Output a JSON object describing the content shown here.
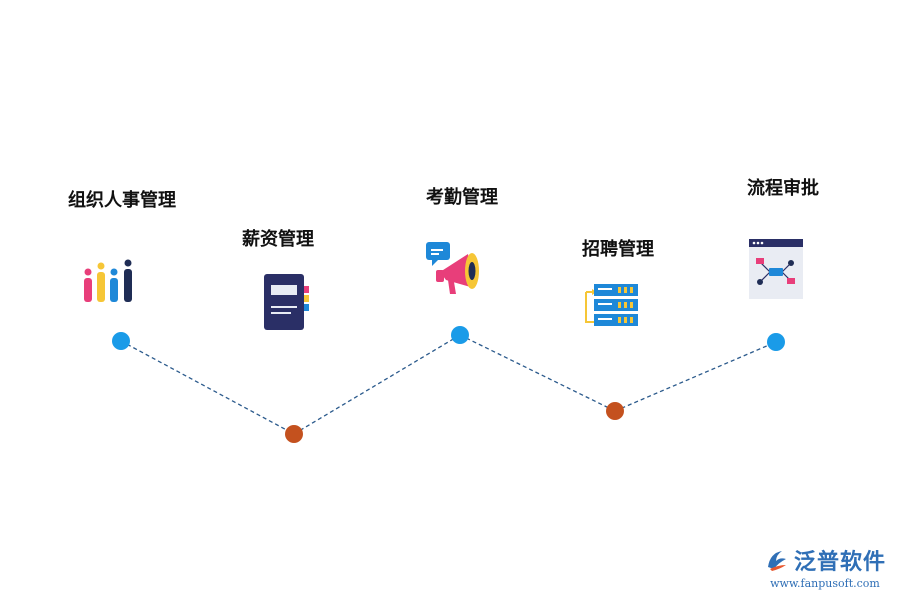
{
  "nodes": [
    {
      "id": "org",
      "label": "组织人事管理",
      "icon": "bar-people-icon",
      "tier": "top"
    },
    {
      "id": "salary",
      "label": "薪资管理",
      "icon": "notebook-icon",
      "tier": "bottom"
    },
    {
      "id": "attendance",
      "label": "考勤管理",
      "icon": "megaphone-icon",
      "tier": "top"
    },
    {
      "id": "recruit",
      "label": "招聘管理",
      "icon": "server-stack-icon",
      "tier": "bottom"
    },
    {
      "id": "workflow",
      "label": "流程审批",
      "icon": "flowchart-window-icon",
      "tier": "top"
    }
  ],
  "colors": {
    "top_dot": "#1a9be8",
    "bottom_dot": "#c4511e",
    "connector": "#2b5a8c"
  },
  "watermark": {
    "name": "泛普软件",
    "url": "www.fanpusoft.com"
  }
}
